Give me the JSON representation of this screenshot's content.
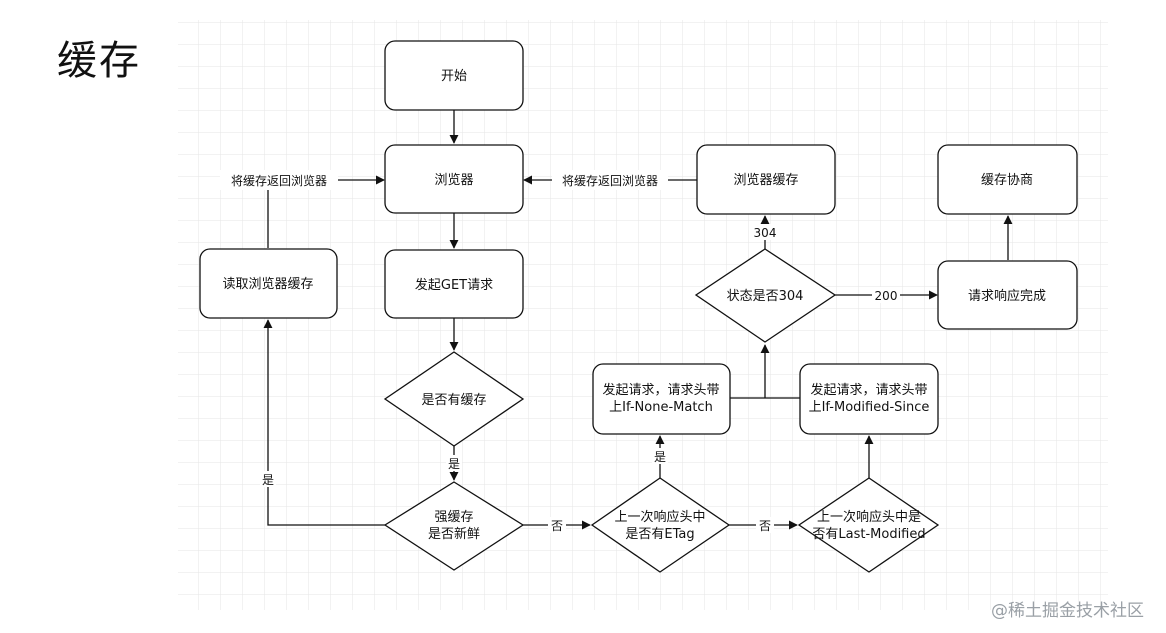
{
  "title": "缓存",
  "watermark": "@稀土掘金技术社区",
  "nodes": {
    "start": "开始",
    "browser": "浏览器",
    "send_get": "发起GET请求",
    "has_cache": "是否有缓存",
    "read_cache": "读取浏览器缓存",
    "strong_cache_l1": "强缓存",
    "strong_cache_l2": "是否新鲜",
    "etag_l1": "上一次响应头中",
    "etag_l2": "是否有ETag",
    "lm_l1": "上一次响应头中是",
    "lm_l2": "否有Last-Modified",
    "req_inm_l1": "发起请求，请求头带",
    "req_inm_l2": "上If-None-Match",
    "req_ims_l1": "发起请求，请求头带",
    "req_ims_l2": "上If-Modified-Since",
    "status304": "状态是否304",
    "browser_cache": "浏览器缓存",
    "complete": "请求响应完成",
    "negotiate": "缓存协商"
  },
  "edges": {
    "return_left": "将缓存返回浏览器",
    "return_right": "将缓存返回浏览器",
    "yes_has_cache": "是",
    "yes_fresh": "是",
    "no_fresh": "否",
    "yes_etag": "是",
    "no_etag": "否",
    "code304": "304",
    "code200": "200"
  }
}
